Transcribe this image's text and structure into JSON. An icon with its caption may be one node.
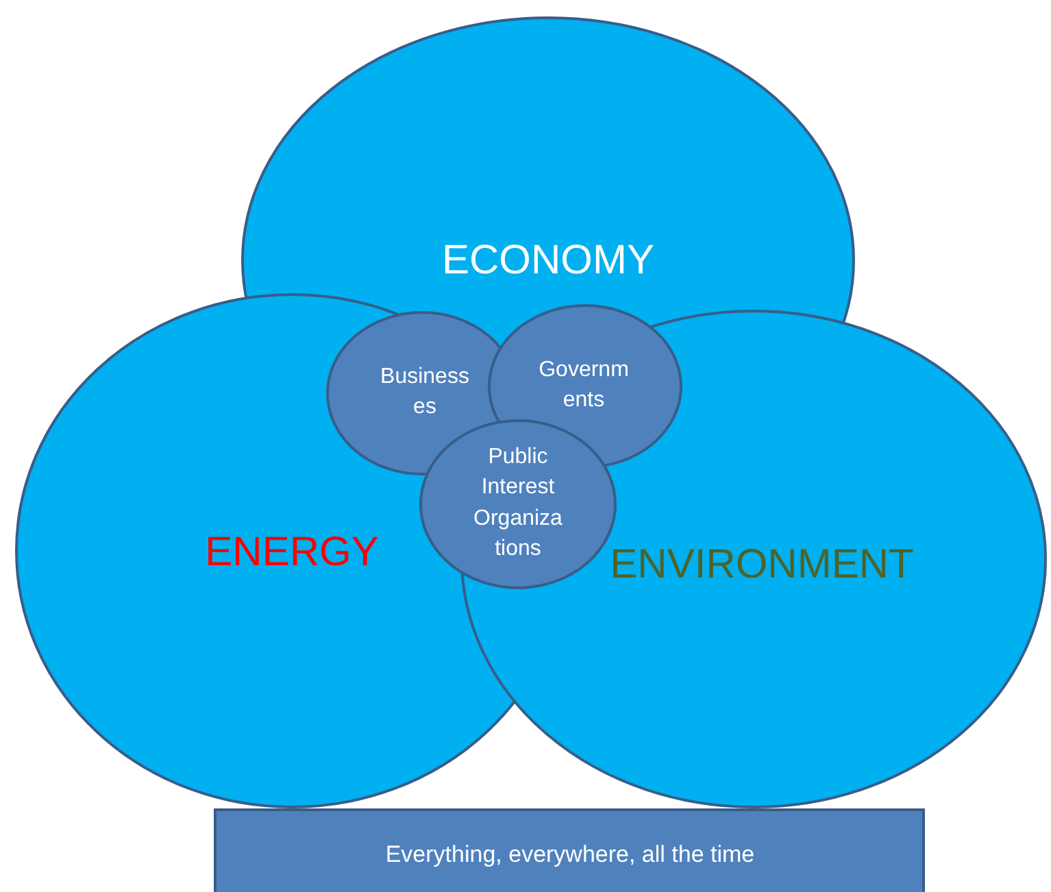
{
  "diagram": {
    "nodes": [
      {
        "text": [
          "ECONOMY"
        ]
      },
      {
        "text": [
          "ENERGY"
        ]
      },
      {
        "text": [
          "ENVIRONMENT"
        ]
      },
      {
        "text": [
          "Business es"
        ]
      },
      {
        "text": [
          "Governm ents"
        ]
      },
      {
        "text": [
          "Public Interest Organiza tions"
        ]
      },
      {
        "text": [
          "Everything, everywhere, all the time"
        ]
      }
    ]
  }
}
